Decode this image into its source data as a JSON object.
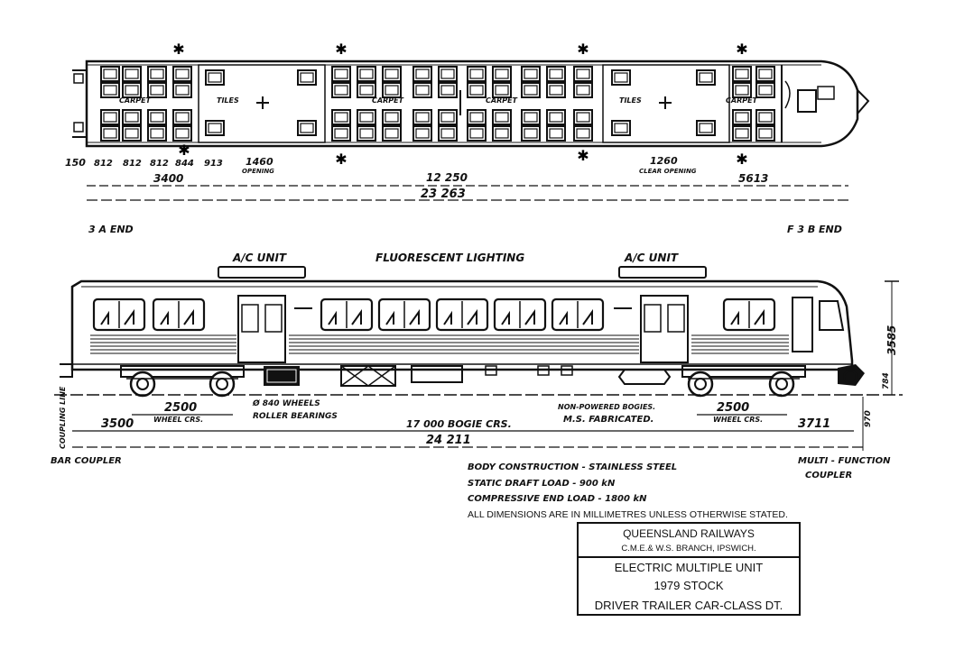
{
  "plan": {
    "labels": {
      "carpet_1": "CARPET",
      "tiles_1": "TILES",
      "carpet_2": "CARPET",
      "carpet_3": "CARPET",
      "tiles_2": "TILES",
      "carpet_4": "CARPET"
    },
    "dims": {
      "d150": "150",
      "d812a": "812",
      "d812b": "812",
      "d812c": "812",
      "d844": "844",
      "d913": "913",
      "d1460": "1460",
      "opening1": "OPENING",
      "d3400": "3400",
      "d12250": "12 250",
      "d1260": "1260",
      "clear_opening": "CLEAR OPENING",
      "d5613": "5613",
      "d23263": "23 263"
    },
    "end_left": "3 A END",
    "end_right": "F 3 B END"
  },
  "elevation": {
    "ac_unit_left": "A/C UNIT",
    "fluorescent": "FLUORESCENT LIGHTING",
    "ac_unit_right": "A/C UNIT",
    "height_3585": "3585",
    "height_784": "784",
    "height_970": "970",
    "coupling_line": "COUPLING LINE",
    "wheel_2500_left": "2500",
    "wheel_crs_left": "WHEEL CRS.",
    "wheels_840": "Ø 840 WHEELS",
    "roller_bearings": "ROLLER BEARINGS",
    "non_powered": "NON-POWERED BOGIES.",
    "ms_fabricated": "M.S. FABRICATED.",
    "wheel_2500_right": "2500",
    "wheel_crs_right": "WHEEL CRS.",
    "d3500": "3500",
    "bogie_crs": "17 000 BOGIE CRS.",
    "d3711": "3711",
    "d24211": "24 211",
    "bar_coupler": "BAR COUPLER",
    "multi_function": "MULTI - FUNCTION",
    "coupler": "COUPLER"
  },
  "notes": {
    "body": "BODY CONSTRUCTION  - STAINLESS STEEL",
    "draft": "STATIC DRAFT LOAD  - 900 kN",
    "compressive": "COMPRESSIVE END LOAD - 1800 kN",
    "dimensions": "ALL DIMENSIONS ARE IN MILLIMETRES UNLESS OTHERWISE STATED."
  },
  "title_block": {
    "org": "QUEENSLAND  RAILWAYS",
    "branch": "C.M.E.& W.S.  BRANCH, IPSWICH.",
    "line1": "ELECTRIC MULTIPLE UNIT",
    "line2": "1979  STOCK",
    "line3": "DRIVER TRAILER CAR-CLASS  DT."
  }
}
